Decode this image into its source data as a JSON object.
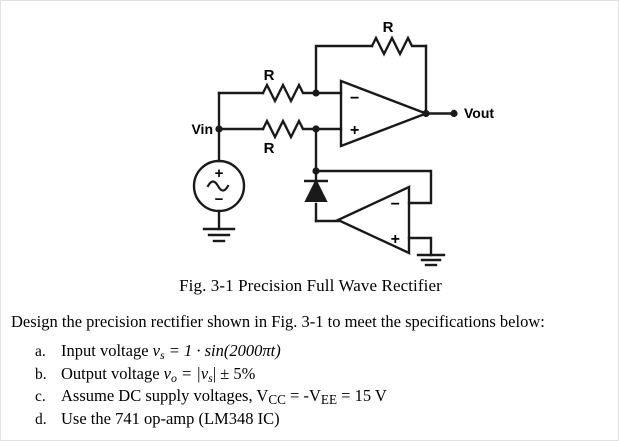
{
  "figure": {
    "caption": "Fig. 3-1 Precision Full Wave Rectifier",
    "labels": {
      "vin": "Vin",
      "vout": "Vout",
      "resistor_top": "R",
      "resistor_upper": "R",
      "resistor_lower": "R",
      "plus": "+",
      "minus": "−",
      "source_plus": "+",
      "source_minus": "−",
      "opamp1_minus": "−",
      "opamp1_plus": "+",
      "opamp2_minus": "−",
      "opamp2_plus": "+"
    },
    "colors": {
      "wire": "#1a1a1a",
      "background": "#ffffff",
      "text": "#000000"
    }
  },
  "body": {
    "intro": "Design the precision rectifier shown in Fig. 3-1 to meet the specifications below:",
    "specs": [
      {
        "marker": "a.",
        "prefix": "Input voltage ",
        "var": "v",
        "varsub": "s",
        "rest": " = 1 · sin(2000πt)"
      },
      {
        "marker": "b.",
        "prefix": "Output voltage ",
        "var": "v",
        "varsub": "o",
        "rest": " = |v",
        "rest2": "| ± 5%",
        "restsub": "s"
      },
      {
        "marker": "c.",
        "prefix": "Assume DC supply voltages, V",
        "sub1": "CC",
        "mid": " = -V",
        "sub2": "EE",
        "tail": " = 15 V"
      },
      {
        "marker": "d.",
        "prefix": "Use the 741 op-amp (LM348 IC)"
      }
    ]
  }
}
